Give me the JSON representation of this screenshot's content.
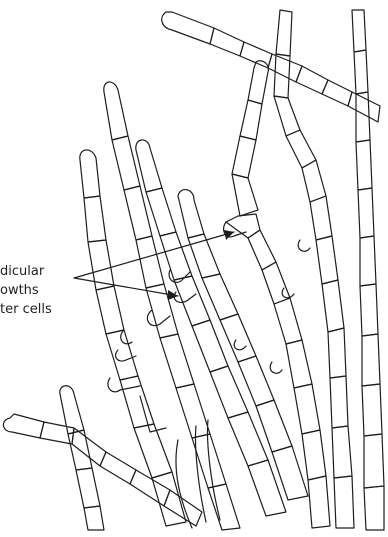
{
  "annotation": {
    "lines": [
      "dicular",
      "owths",
      "ter cells"
    ]
  },
  "colors": {
    "ink": "#1e1e1e",
    "background": "#ffffff"
  }
}
